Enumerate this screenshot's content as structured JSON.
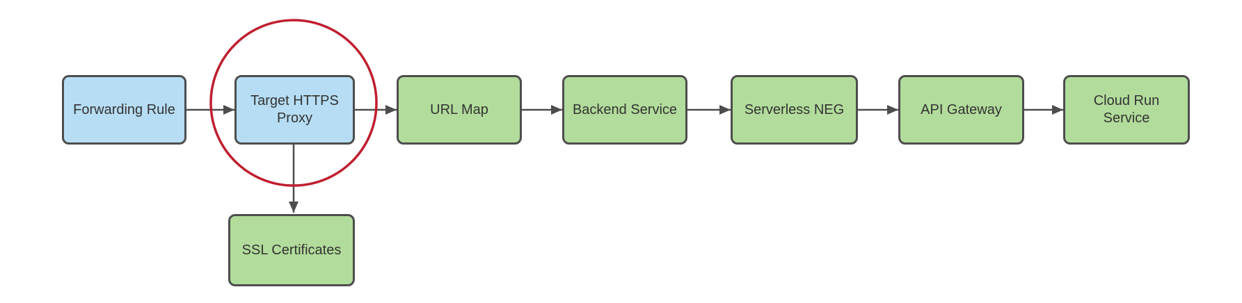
{
  "colors": {
    "background": "#ffffff",
    "node_border": "#4d4d4d",
    "blue_fill": "#b6ddf3",
    "green_fill": "#b2dc9b",
    "arrow": "#4d4d4d",
    "text": "#333333",
    "highlight_circle": "#bf1e2e"
  },
  "diagram": {
    "nodes": [
      {
        "id": "forwarding-rule",
        "label": "Forwarding Rule",
        "color": "blue"
      },
      {
        "id": "target-https-proxy",
        "label": "Target HTTPS Proxy",
        "color": "blue",
        "highlighted": true
      },
      {
        "id": "url-map",
        "label": "URL Map",
        "color": "green"
      },
      {
        "id": "backend-service",
        "label": "Backend Service",
        "color": "green"
      },
      {
        "id": "serverless-neg",
        "label": "Serverless NEG",
        "color": "green"
      },
      {
        "id": "api-gateway",
        "label": "API Gateway",
        "color": "green"
      },
      {
        "id": "cloud-run-service",
        "label": "Cloud Run Service",
        "color": "green"
      },
      {
        "id": "ssl-certificates",
        "label": "SSL Certificates",
        "color": "green"
      }
    ],
    "edges": [
      {
        "from": "forwarding-rule",
        "to": "target-https-proxy"
      },
      {
        "from": "target-https-proxy",
        "to": "url-map"
      },
      {
        "from": "url-map",
        "to": "backend-service"
      },
      {
        "from": "backend-service",
        "to": "serverless-neg"
      },
      {
        "from": "serverless-neg",
        "to": "api-gateway"
      },
      {
        "from": "api-gateway",
        "to": "cloud-run-service"
      },
      {
        "from": "target-https-proxy",
        "to": "ssl-certificates"
      }
    ],
    "annotations": [
      {
        "type": "circle",
        "around": "target-https-proxy",
        "color": "#bf1e2e"
      }
    ]
  }
}
